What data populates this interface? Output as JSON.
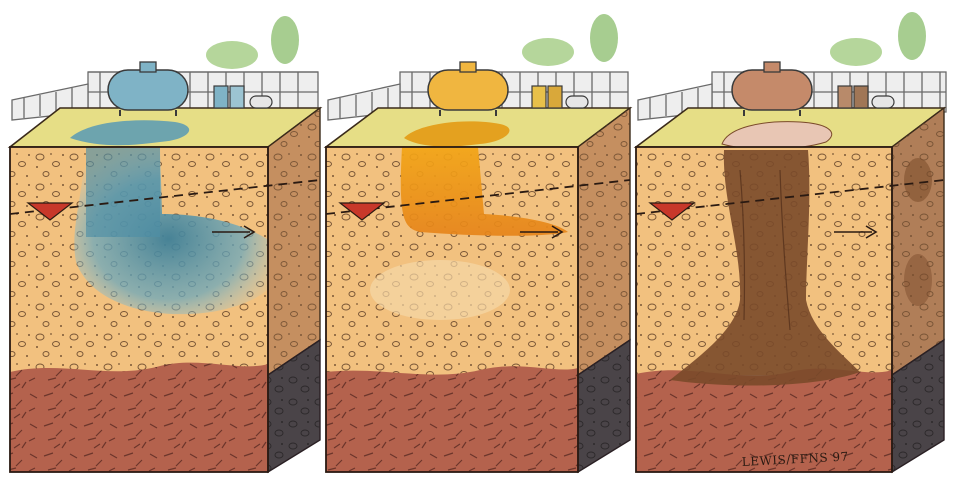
{
  "figure": {
    "panels": [
      {
        "id": "panel-1",
        "contaminant": "dense-blue-plume",
        "plume_color": "#4f8fa6",
        "tank_color": "#7fb3c6"
      },
      {
        "id": "panel-2",
        "contaminant": "floating-amber-layer",
        "plume_color": "#e39a14",
        "tank_color": "#f0b640"
      },
      {
        "id": "panel-3",
        "contaminant": "sinking-brown-column",
        "plume_color": "#7a4a2a",
        "tank_color": "#c58a6a"
      }
    ],
    "layers": {
      "sky": "#ffffff",
      "grass": "#e6de86",
      "sand": "#f2c17f",
      "sand_dark": "#d9a063",
      "clay": "#b4624d",
      "clay_dark": "#8f4a3a",
      "rock_side": "#4a4448"
    },
    "water_table_marker": "red-triangle-icon",
    "flow_direction": "arrow-right-icon",
    "signature": "LEWIS/FFNS 97"
  }
}
